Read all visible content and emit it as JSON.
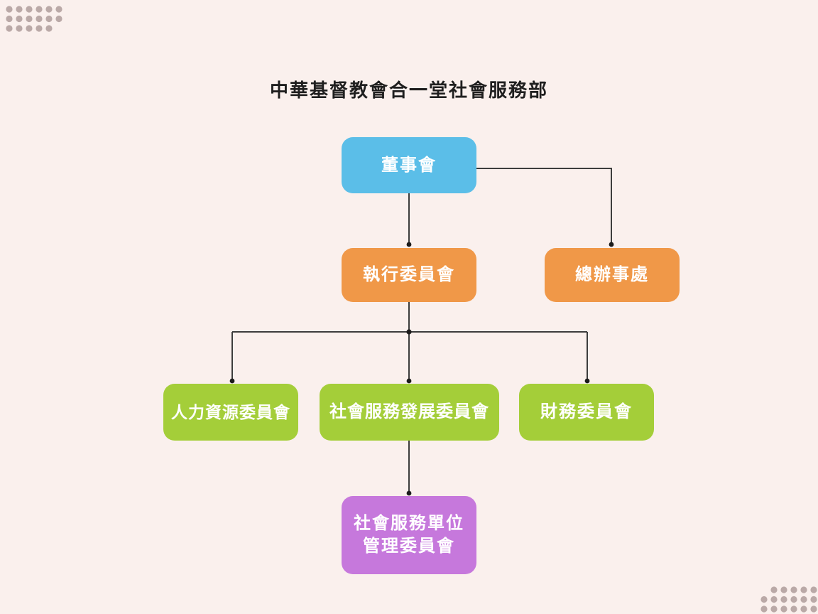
{
  "page": {
    "background_color": "#FAF0ED",
    "line_color": "#3D3D3D",
    "dot_decoration_color": "#BAA9A7",
    "title_color": "#1F1F1F",
    "node_text_color": "#FFFFFF"
  },
  "title": "中華基督教會合一堂社會服務部",
  "chart_data": {
    "type": "org-chart",
    "title": "中華基督教會合一堂社會服務部",
    "nodes": [
      {
        "id": "board",
        "label": "董事會",
        "color": "#5BBEE8",
        "level": 1,
        "parent": null
      },
      {
        "id": "exec",
        "label": "執行委員會",
        "color": "#F09848",
        "level": 2,
        "parent": "board"
      },
      {
        "id": "office",
        "label": "總辦事處",
        "color": "#F09848",
        "level": 2,
        "parent": "board"
      },
      {
        "id": "hr",
        "label": "人力資源委員會",
        "color": "#A4CE39",
        "level": 3,
        "parent": "exec"
      },
      {
        "id": "dev",
        "label": "社會服務發展委員會",
        "color": "#A4CE39",
        "level": 3,
        "parent": "exec"
      },
      {
        "id": "finance",
        "label": "財務委員會",
        "color": "#A4CE39",
        "level": 3,
        "parent": "exec"
      },
      {
        "id": "unit",
        "label": "社會服務單位\n管理委員會",
        "color": "#C678DC",
        "level": 4,
        "parent": "dev"
      }
    ],
    "edges": [
      {
        "from": "board",
        "to": "exec"
      },
      {
        "from": "board",
        "to": "office"
      },
      {
        "from": "exec",
        "to": "hr"
      },
      {
        "from": "exec",
        "to": "dev"
      },
      {
        "from": "exec",
        "to": "finance"
      },
      {
        "from": "dev",
        "to": "unit"
      }
    ]
  }
}
